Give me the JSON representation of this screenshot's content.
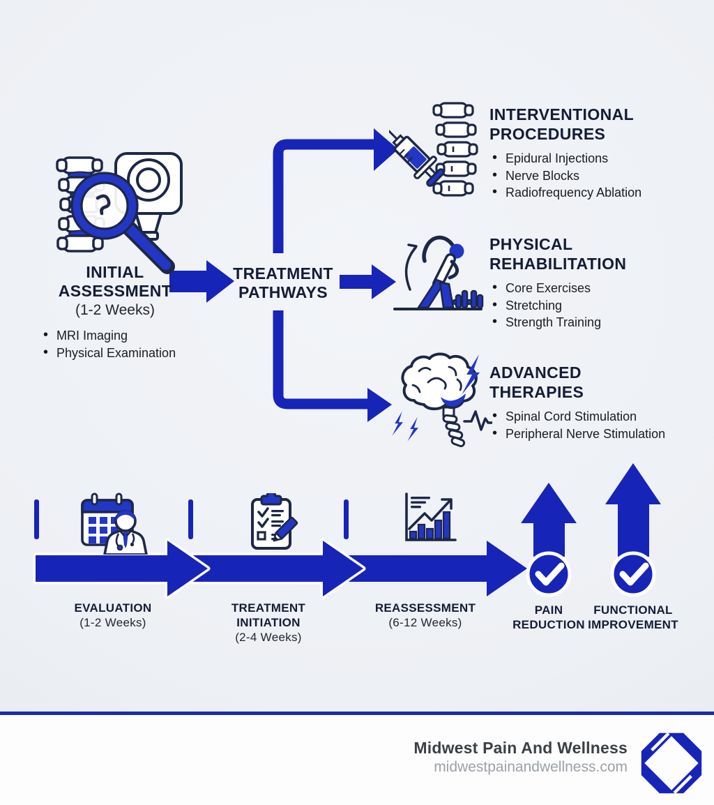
{
  "colors": {
    "primary_blue": "#1724b8",
    "icon_blue": "#2336c4",
    "navy": "#1d2747",
    "heading": "#141c36",
    "body_text": "#191c20",
    "rule": "#1b2bb4",
    "brand_text": "#3c4043",
    "domain_text": "#9ba1a6",
    "footer_bg": "#fdfdfe"
  },
  "initial_assessment": {
    "title_line1": "INITIAL",
    "title_line2": "ASSESSMENT",
    "duration": "(1-2 Weeks)",
    "items": [
      "MRI Imaging",
      "Physical Examination"
    ]
  },
  "hub": {
    "line1": "TREATMENT",
    "line2": "PATHWAYS"
  },
  "pathways": [
    {
      "title_line1": "INTERVENTIONAL",
      "title_line2": "PROCEDURES",
      "items": [
        "Epidural Injections",
        "Nerve Blocks",
        "Radiofrequency Ablation"
      ]
    },
    {
      "title_line1": "PHYSICAL",
      "title_line2": "REHABILITATION",
      "items": [
        "Core Exercises",
        "Stretching",
        "Strength Training"
      ]
    },
    {
      "title_line1": "ADVANCED",
      "title_line2": "THERAPIES",
      "items": [
        "Spinal Cord Stimulation",
        "Peripheral Nerve Stimulation"
      ]
    }
  ],
  "timeline": [
    {
      "label_line1": "EVALUATION",
      "label_line2": "",
      "duration": "(1-2 Weeks)"
    },
    {
      "label_line1": "TREATMENT",
      "label_line2": "INITIATION",
      "duration": "(2-4 Weeks)"
    },
    {
      "label_line1": "REASSESSMENT",
      "label_line2": "",
      "duration": "(6-12 Weeks)"
    }
  ],
  "outcomes": [
    {
      "line1": "PAIN",
      "line2": "REDUCTION"
    },
    {
      "line1": "FUNCTIONAL",
      "line2": "IMPROVEMENT"
    }
  ],
  "footer": {
    "brand": "Midwest Pain And Wellness",
    "website": "midwestpainandwellness.com"
  }
}
